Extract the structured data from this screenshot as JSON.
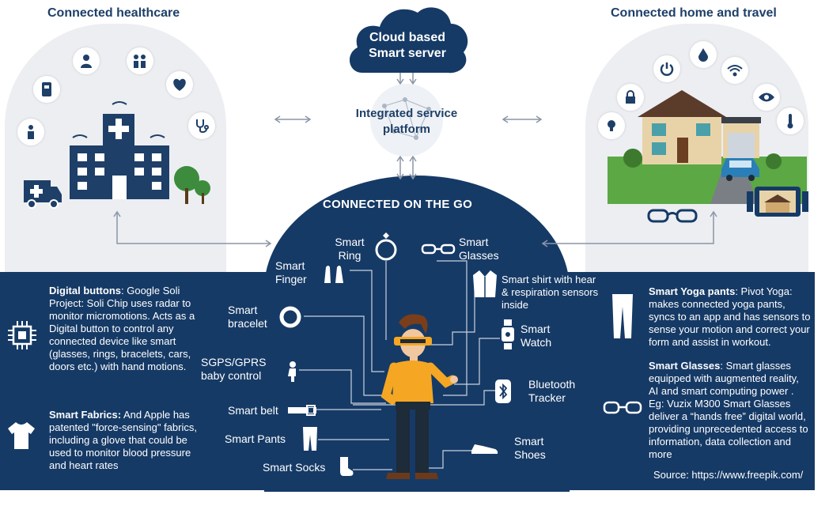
{
  "sections": {
    "healthcare_title": "Connected healthcare",
    "home_title": "Connected home and travel",
    "cloud_label": "Cloud based Smart server",
    "platform_label": "Integrated service platform",
    "go_title": "CONNECTED ON THE GO"
  },
  "devices": {
    "smart_ring": "Smart Ring",
    "smart_glasses": "Smart Glasses",
    "smart_finger": "Smart Finger",
    "smart_shirt": "Smart shirt with hear & respiration sensors inside",
    "smart_bracelet": "Smart bracelet",
    "smart_watch": "Smart Watch",
    "gps_baby": "SGPS/GPRS baby control",
    "bluetooth_tracker": "Bluetooth Tracker",
    "smart_belt": "Smart belt",
    "smart_pants": "Smart Pants",
    "smart_shoes": "Smart Shoes",
    "smart_socks": "Smart Socks"
  },
  "descriptions": {
    "digital_buttons": {
      "title": "Digital buttons",
      "text": ": Google Soli Project: Soli Chip uses radar to monitor micromotions. Acts as a Digital button to control any connected device like smart (glasses, rings, bracelets, cars, doors etc.) with hand motions."
    },
    "smart_fabrics": {
      "title": "Smart Fabrics:",
      "text": " And Apple has patented \"force-sensing\" fabrics, including a glove that could be used to monitor blood pressure and heart rates"
    },
    "yoga_pants": {
      "title": "Smart Yoga pants",
      "text": ": Pivot Yoga: makes connected yoga pants, syncs to an app and has sensors to sense your motion and correct your form and assist in workout."
    },
    "smart_glasses": {
      "title": "Smart Glasses",
      "text": ": Smart glasses equipped with augmented reality, AI and smart computing power . Eg: Vuzix M300 Smart Glasses deliver a “hands free” digital world, providing unprecedented access to information, data collection and more"
    }
  },
  "source": "Source: https://www.freepik.com/",
  "icons": [
    "doctor-icon",
    "patient-icon",
    "scale-icon",
    "heart-icon",
    "person-shield-icon",
    "stethoscope-icon",
    "hospital-icon",
    "ambulance-icon",
    "tree-icon",
    "lock-icon",
    "power-icon",
    "water-drop-icon",
    "wifi-icon",
    "eye-icon",
    "thermometer-icon",
    "lightbulb-icon",
    "house-icon",
    "car-icon",
    "tablet-icon",
    "glasses-icon",
    "cloud-icon",
    "network-globe-icon",
    "ring-icon",
    "finger-icon",
    "shirt-icon",
    "bracelet-icon",
    "watch-icon",
    "baby-icon",
    "bluetooth-icon",
    "belt-icon",
    "pants-icon",
    "shoe-icon",
    "sock-icon",
    "chip-icon",
    "tshirt-icon",
    "yoga-pants-icon",
    "person-figure"
  ],
  "colors": {
    "navy": "#163a66",
    "arch_gray": "#eceef2",
    "title_blue": "#1e3f68",
    "orange": "#f5a623",
    "line_gray": "#8a96a8"
  }
}
